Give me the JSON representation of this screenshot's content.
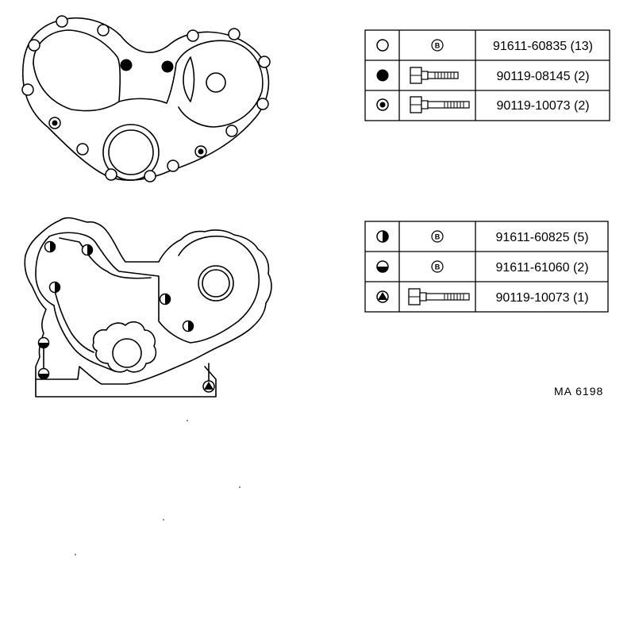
{
  "tables": [
    {
      "rows": [
        {
          "marker": "open-circle",
          "fastener": "B",
          "part": "91611-60835 (13)"
        },
        {
          "marker": "filled-circle",
          "fastener": "bolt-short",
          "part": "90119-08145 (2)"
        },
        {
          "marker": "double-circle",
          "fastener": "bolt-long",
          "part": "90119-10073 (2)"
        }
      ]
    },
    {
      "rows": [
        {
          "marker": "half-right-filled-circle",
          "fastener": "B",
          "part": "91611-60825 (5)"
        },
        {
          "marker": "half-bottom-filled-circle",
          "fastener": "B",
          "part": "91611-61060 (2)"
        },
        {
          "marker": "triangle-in-circle",
          "fastener": "bolt-long",
          "part": "90119-10073 (1)"
        }
      ]
    }
  ],
  "fastener_symbol_text": "B",
  "drawing_code": "MA  6198"
}
